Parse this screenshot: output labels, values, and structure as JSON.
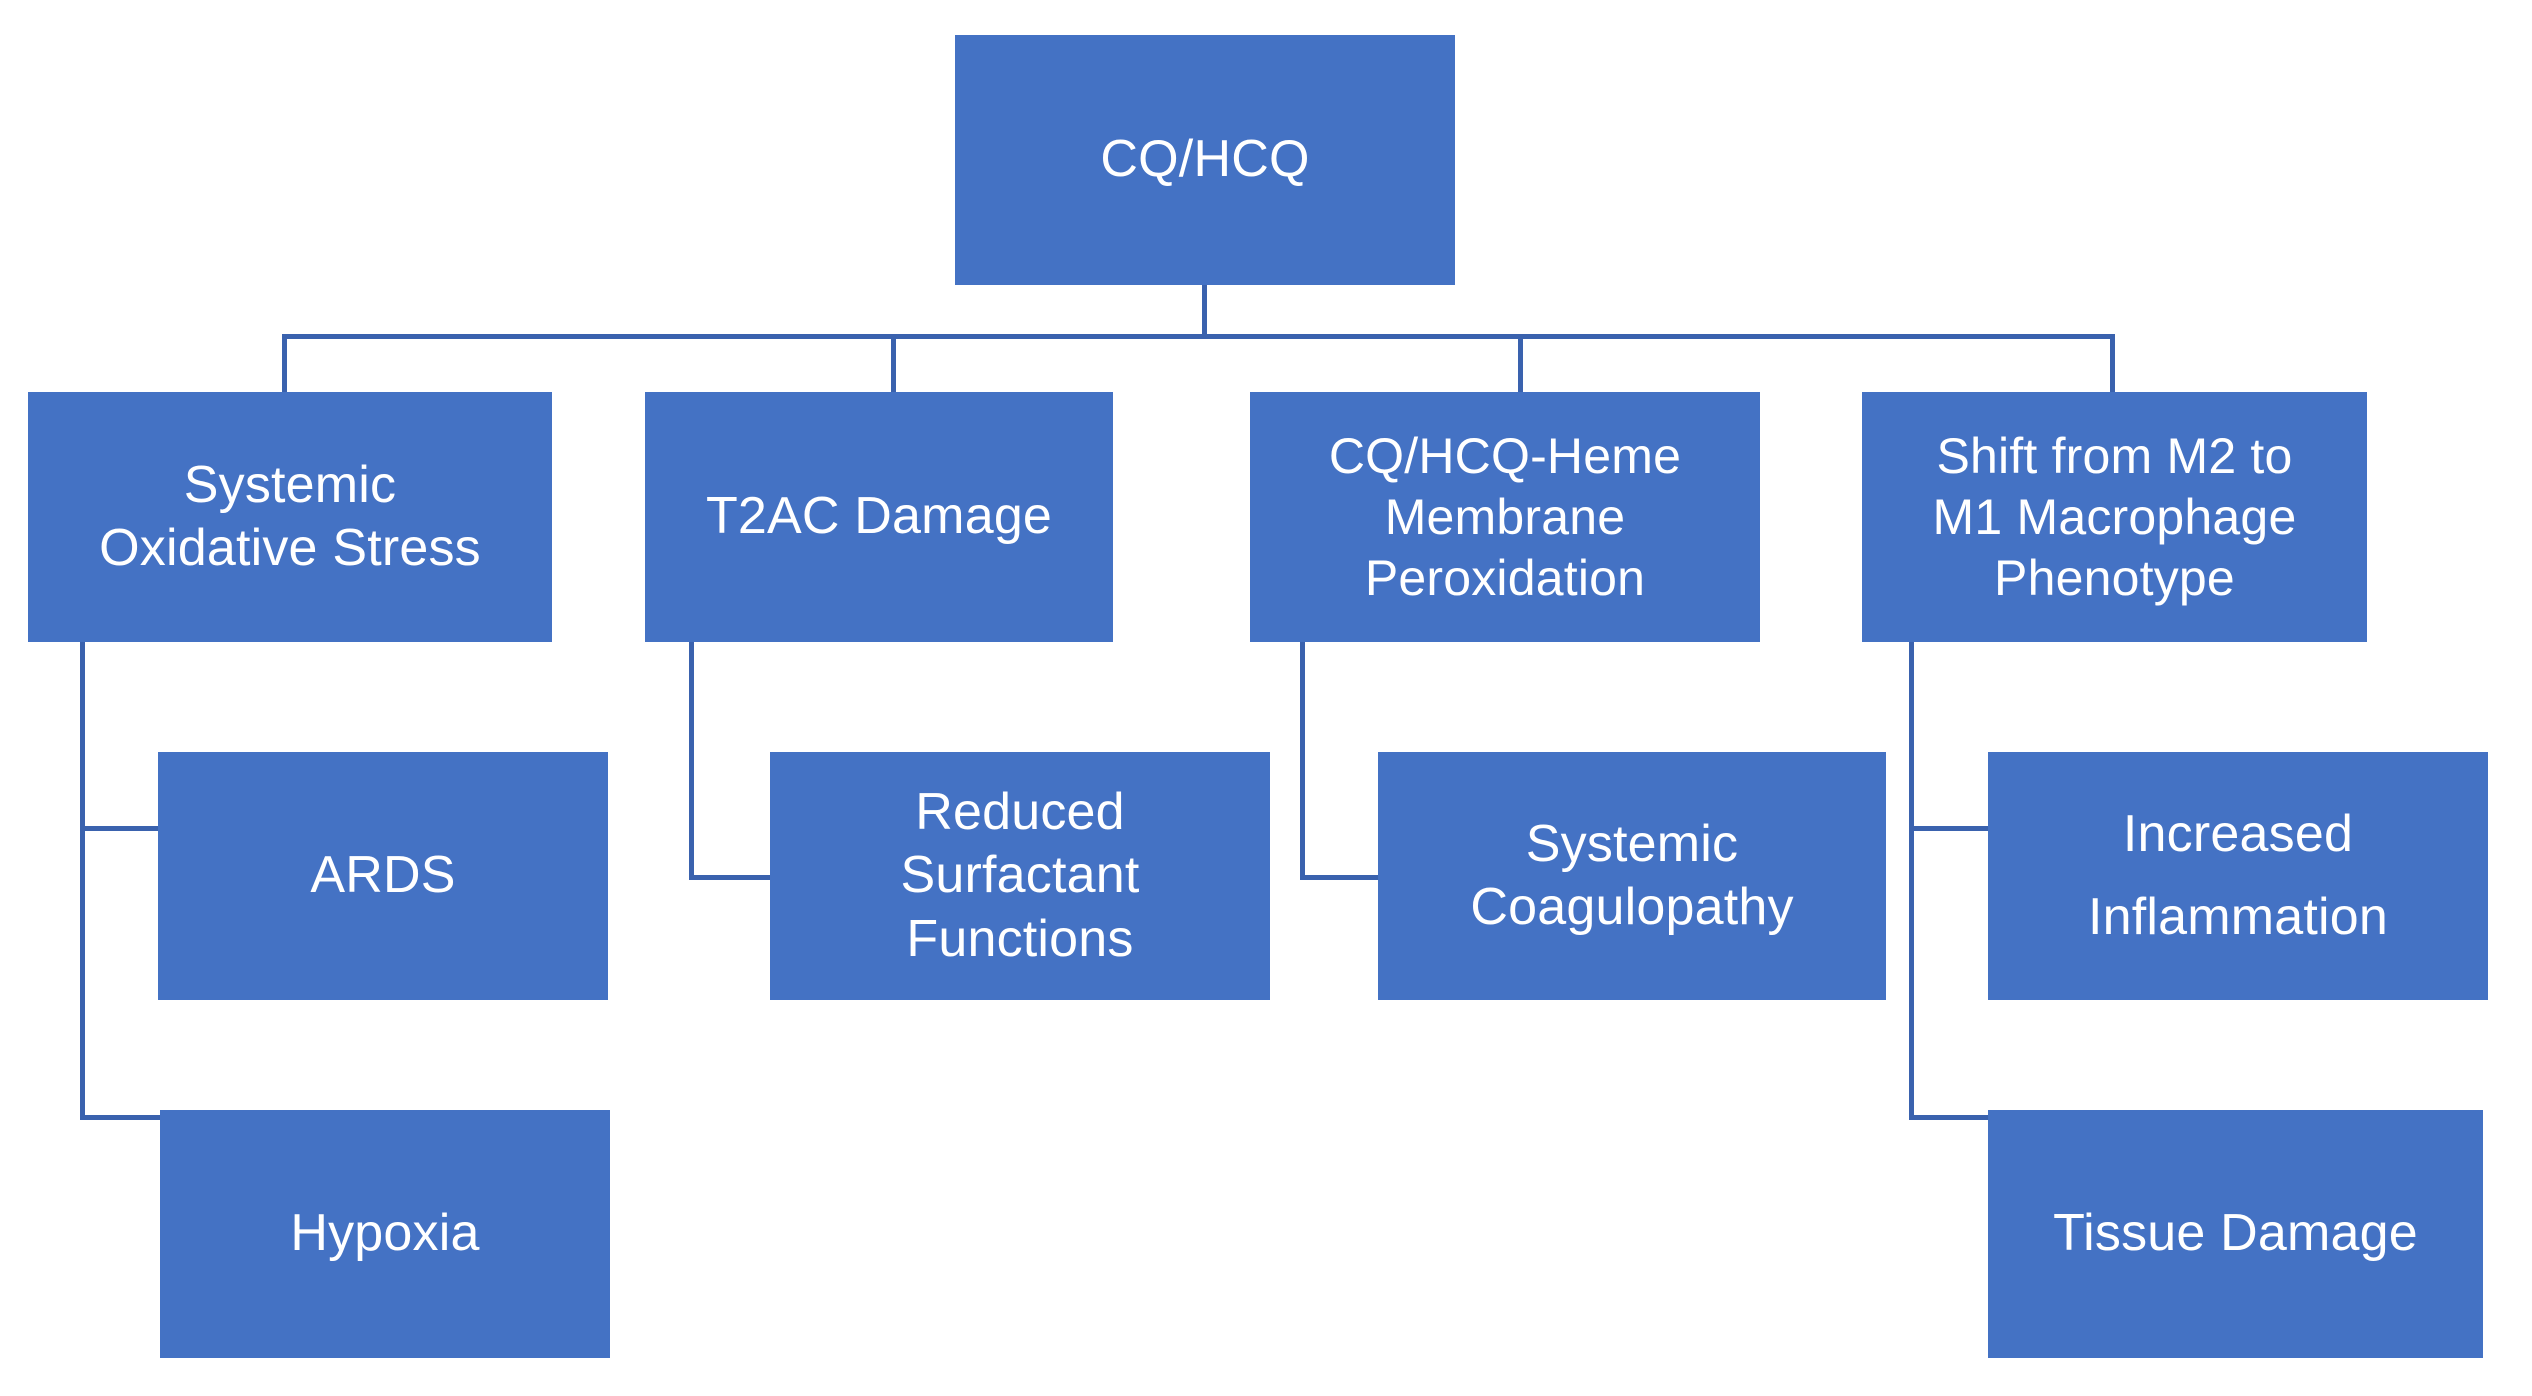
{
  "diagram": {
    "title": "CQ/HCQ adverse pathway flowchart",
    "colors": {
      "node_fill": "#4472C4",
      "node_text": "#FFFFFF",
      "connector": "#3A62AE",
      "background": "#FFFFFF"
    },
    "root": {
      "id": "cq-hcq",
      "label": "CQ/HCQ"
    },
    "level2": [
      {
        "id": "systemic-oxidative-stress",
        "label": "Systemic\nOxidative Stress"
      },
      {
        "id": "t2ac-damage",
        "label": "T2AC Damage"
      },
      {
        "id": "cq-hcq-heme-membrane-peroxidation",
        "label": "CQ/HCQ-Heme\nMembrane\nPeroxidation"
      },
      {
        "id": "shift-m2-to-m1-macrophage-phenotype",
        "label": "Shift from M2 to\nM1 Macrophage\nPhenotype"
      }
    ],
    "level3": [
      {
        "id": "ards",
        "label": "ARDS",
        "parent": "systemic-oxidative-stress"
      },
      {
        "id": "reduced-surfactant-functions",
        "label": "Reduced\nSurfactant\nFunctions",
        "parent": "t2ac-damage"
      },
      {
        "id": "systemic-coagulopathy",
        "label": "Systemic\nCoagulopathy",
        "parent": "cq-hcq-heme-membrane-peroxidation"
      },
      {
        "id": "increased-inflammation",
        "label": "Increased\nInflammation",
        "parent": "shift-m2-to-m1-macrophage-phenotype"
      }
    ],
    "level4": [
      {
        "id": "hypoxia",
        "label": "Hypoxia",
        "parent": "systemic-oxidative-stress"
      },
      {
        "id": "tissue-damage",
        "label": "Tissue Damage",
        "parent": "shift-m2-to-m1-macrophage-phenotype"
      }
    ]
  }
}
